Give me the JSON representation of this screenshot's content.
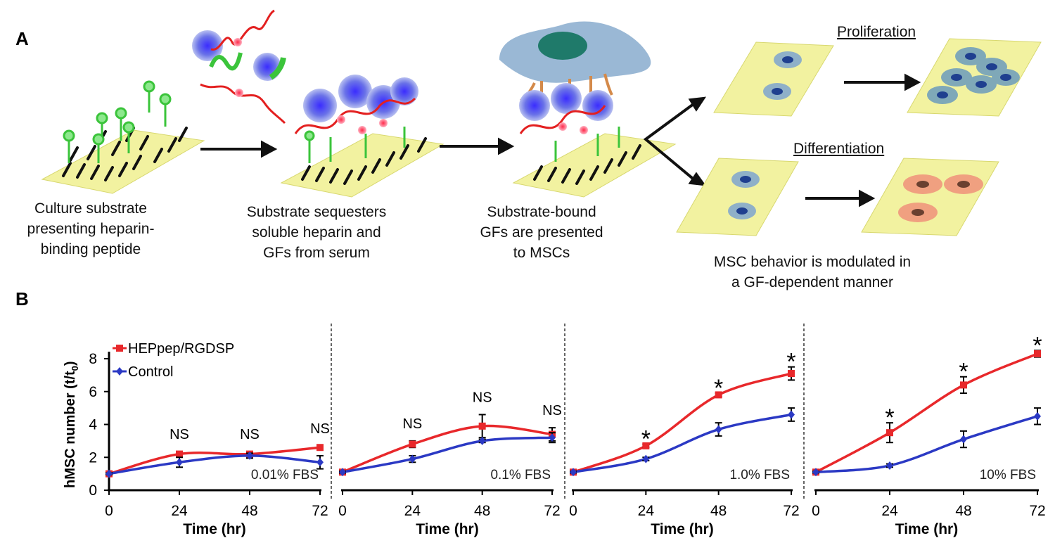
{
  "panel_a": {
    "letter": "A",
    "captions": {
      "step1": [
        "Culture substrate",
        "presenting heparin-",
        "binding peptide"
      ],
      "step2": [
        "Substrate sequesters",
        "soluble heparin and",
        "GFs from serum"
      ],
      "step3": [
        "Substrate-bound",
        "GFs are presented",
        "to MSCs"
      ],
      "outcome": [
        "MSC behavior is modulated in",
        "a GF-dependent manner"
      ]
    },
    "proliferation_label": "Proliferation",
    "differentiation_label": "Differentiation"
  },
  "panel_b": {
    "letter": "B",
    "ylabel": "hMSC number (t/t",
    "ylabel_sub": "0",
    "ylabel_close": ")",
    "xlabel": "Time (hr)",
    "legend": [
      "HEPpep/RGDSP",
      "Control"
    ]
  },
  "colors": {
    "heppep": "#e8282b",
    "control": "#2b39c4",
    "substrate": "#f2f2a0"
  },
  "chart_data": [
    {
      "type": "line",
      "condition": "0.01% FBS",
      "x": [
        0,
        24,
        48,
        72
      ],
      "xticks": [
        "0",
        "24",
        "48",
        "72"
      ],
      "ylim": [
        0,
        8
      ],
      "yticks": [
        "0",
        "2",
        "4",
        "6",
        "8"
      ],
      "series": [
        {
          "name": "HEPpep/RGDSP",
          "values": [
            1.0,
            2.2,
            2.2,
            2.6
          ],
          "errors": [
            0.05,
            0.15,
            0.15,
            0.1
          ]
        },
        {
          "name": "Control",
          "values": [
            1.0,
            1.7,
            2.1,
            1.7
          ],
          "errors": [
            0.05,
            0.3,
            0.15,
            0.4
          ]
        }
      ],
      "annotations": [
        "NS",
        "NS",
        "NS"
      ]
    },
    {
      "type": "line",
      "condition": "0.1% FBS",
      "x": [
        0,
        24,
        48,
        72
      ],
      "xticks": [
        "0",
        "24",
        "48",
        "72"
      ],
      "series": [
        {
          "name": "HEPpep/RGDSP",
          "values": [
            1.1,
            2.8,
            3.9,
            3.4
          ],
          "errors": [
            0.05,
            0.2,
            0.7,
            0.4
          ]
        },
        {
          "name": "Control",
          "values": [
            1.1,
            1.9,
            3.0,
            3.2
          ],
          "errors": [
            0.05,
            0.2,
            0.1,
            0.3
          ]
        }
      ],
      "annotations": [
        "NS",
        "NS",
        "NS"
      ]
    },
    {
      "type": "line",
      "condition": "1.0% FBS",
      "x": [
        0,
        24,
        48,
        72
      ],
      "xticks": [
        "0",
        "24",
        "48",
        "72"
      ],
      "series": [
        {
          "name": "HEPpep/RGDSP",
          "values": [
            1.1,
            2.7,
            5.8,
            7.1
          ],
          "errors": [
            0.05,
            0.1,
            0.1,
            0.4
          ]
        },
        {
          "name": "Control",
          "values": [
            1.1,
            1.9,
            3.7,
            4.6
          ],
          "errors": [
            0.05,
            0.1,
            0.4,
            0.4
          ]
        }
      ],
      "annotations": [
        "*",
        "*",
        "*"
      ]
    },
    {
      "type": "line",
      "condition": "10% FBS",
      "x": [
        0,
        24,
        48,
        72
      ],
      "xticks": [
        "0",
        "24",
        "48",
        "72"
      ],
      "series": [
        {
          "name": "HEPpep/RGDSP",
          "values": [
            1.1,
            3.5,
            6.4,
            8.3
          ],
          "errors": [
            0.05,
            0.6,
            0.5,
            0.2
          ]
        },
        {
          "name": "Control",
          "values": [
            1.1,
            1.5,
            3.1,
            4.5
          ],
          "errors": [
            0.05,
            0.1,
            0.5,
            0.5
          ]
        }
      ],
      "annotations": [
        "*",
        "*",
        "*"
      ]
    }
  ]
}
